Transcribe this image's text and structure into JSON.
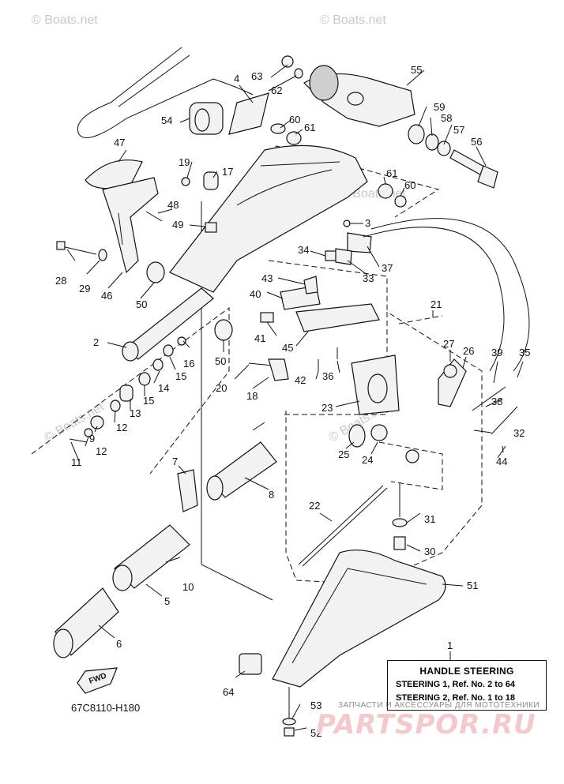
{
  "watermarks": [
    "© Boats.net",
    "© Boats.net",
    "© Boats.net",
    "© Boats.net",
    "© Boats.net"
  ],
  "diagram_code": "67C8110-H180",
  "fwd_label": "FWD",
  "legend": {
    "title": "HANDLE STEERING",
    "row1": "STEERING 1, Ref. No. 2 to 64",
    "row2": "STEERING 2, Ref. No. 1 to 18"
  },
  "brand": {
    "subtitle": "ЗАПЧАСТИ И АКСЕССУАРЫ ДЛЯ МОТОТЕХНИКИ",
    "logo": "PARTSPOR.RU"
  },
  "callouts": [
    "1",
    "2",
    "3",
    "4",
    "5",
    "6",
    "7",
    "8",
    "9",
    "10",
    "11",
    "12",
    "12",
    "13",
    "14",
    "15",
    "15",
    "16",
    "17",
    "18",
    "19",
    "20",
    "21",
    "22",
    "23",
    "24",
    "25",
    "26",
    "27",
    "28",
    "29",
    "30",
    "31",
    "32",
    "33",
    "34",
    "35",
    "36",
    "37",
    "38",
    "39",
    "40",
    "41",
    "42",
    "43",
    "44",
    "45",
    "46",
    "47",
    "48",
    "49",
    "50",
    "50",
    "51",
    "52",
    "53",
    "54",
    "55",
    "56",
    "57",
    "58",
    "59",
    "60",
    "60",
    "61",
    "61",
    "62",
    "63",
    "64"
  ],
  "colors": {
    "line": "#111111",
    "watermark": "#c8c8c8",
    "brand": "#f3c9cc"
  }
}
